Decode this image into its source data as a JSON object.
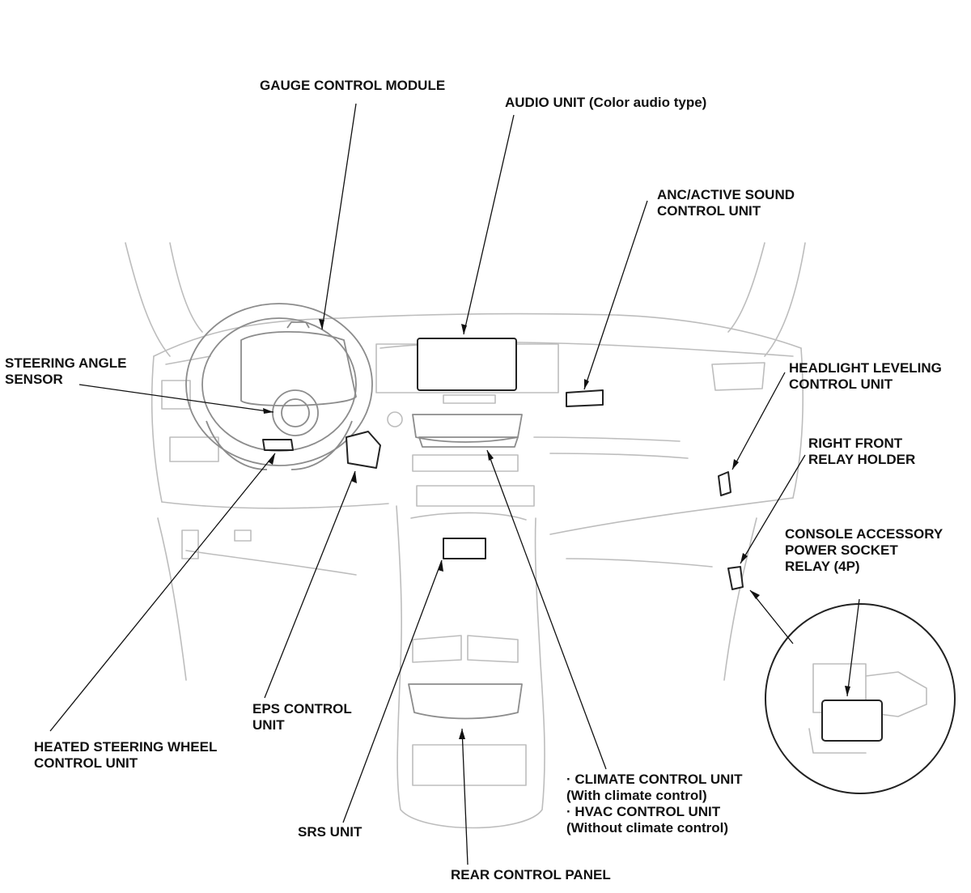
{
  "labels": {
    "gauge_control_module": "GAUGE CONTROL MODULE",
    "audio_unit": "AUDIO UNIT (Color audio type)",
    "anc_line1": "ANC/ACTIVE SOUND",
    "anc_line2": "CONTROL UNIT",
    "steering_line1": "STEERING ANGLE",
    "steering_line2": "SENSOR",
    "headlight_line1": "HEADLIGHT LEVELING",
    "headlight_line2": "CONTROL UNIT",
    "relay_holder_line1": "RIGHT FRONT",
    "relay_holder_line2": "RELAY HOLDER",
    "console_line1": "CONSOLE ACCESSORY",
    "console_line2": "POWER SOCKET",
    "console_line3": "RELAY (4P)",
    "eps_line1": "EPS CONTROL",
    "eps_line2": "UNIT",
    "heated_line1": "HEATED STEERING WHEEL",
    "heated_line2": "CONTROL UNIT",
    "climate_line1": "· CLIMATE CONTROL UNIT",
    "climate_line2": "(With climate control)",
    "climate_line3": "· HVAC CONTROL UNIT",
    "climate_line4": "(Without climate control)",
    "srs_unit": "SRS UNIT",
    "rear_control_panel": "REAR CONTROL PANEL"
  },
  "colors": {
    "line_faint": "#bdbdbd",
    "line_dark": "#222222",
    "text": "#111111"
  }
}
